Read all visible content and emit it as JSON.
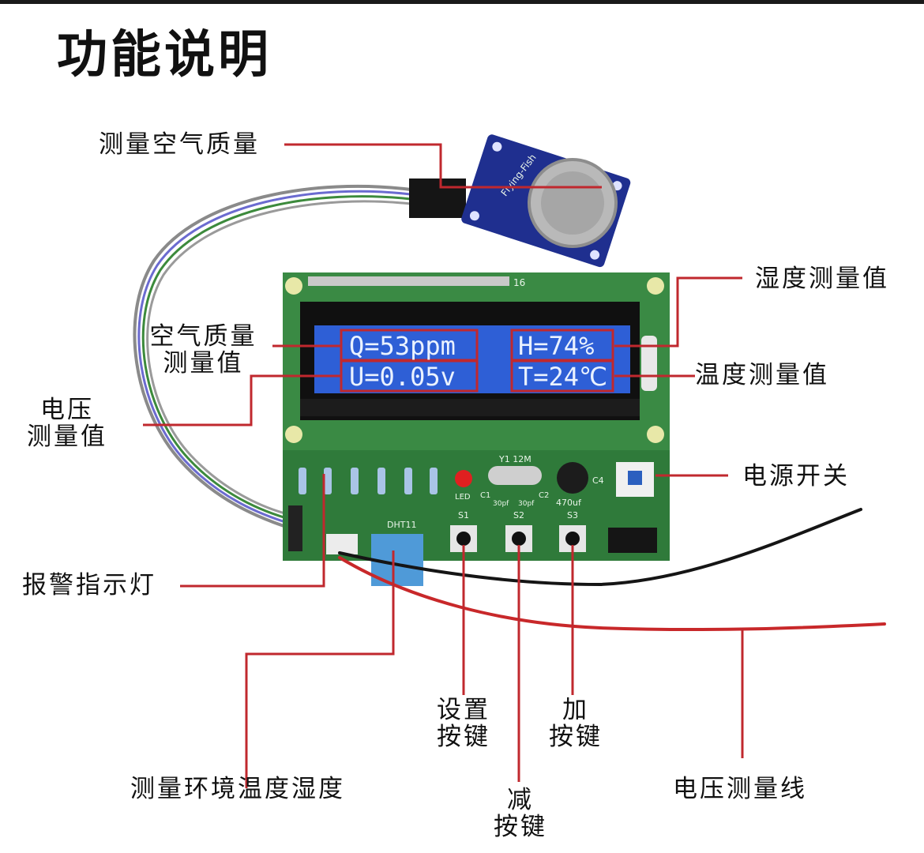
{
  "title": "功能说明",
  "labels": {
    "air_quality": "测量空气质量",
    "humidity_value": "湿度测量值",
    "air_quality_value_l1": "空气质量",
    "air_quality_value_l2": "测量值",
    "temperature_value": "温度测量值",
    "voltage_value_l1": "电压",
    "voltage_value_l2": "测量值",
    "power_switch": "电源开关",
    "alarm_led": "报警指示灯",
    "set_key_l1": "设置",
    "set_key_l2": "按键",
    "add_key_l1": "加",
    "add_key_l2": "按键",
    "env_temp_humidity": "测量环境温度湿度",
    "voltage_line": "电压测量线",
    "sub_key_l1": "减",
    "sub_key_l2": "按键"
  },
  "lcd": {
    "q": "Q=53ppm",
    "h": "H=74%",
    "u": "U=0.05v",
    "t": "T=24℃"
  },
  "board": {
    "sensor_brand": "Flying-Fish",
    "header_count": "16",
    "led": "LED",
    "crystal": "Y1 12M",
    "c1": "C1",
    "c2": "C2",
    "c1_val": "30pf",
    "c2_val": "30pf",
    "cap": "470uf",
    "c4": "C4",
    "dht": "DHT11",
    "s1": "S1",
    "s2": "S2",
    "s3": "S3"
  },
  "colors": {
    "leader_line": "#c0282e",
    "lcd_blue": "#2e5fd6",
    "pcb_green": "#2f7a3a",
    "sensor_blue": "#1f2f8f",
    "wire_red": "#c8282a",
    "wire_black": "#151515"
  }
}
